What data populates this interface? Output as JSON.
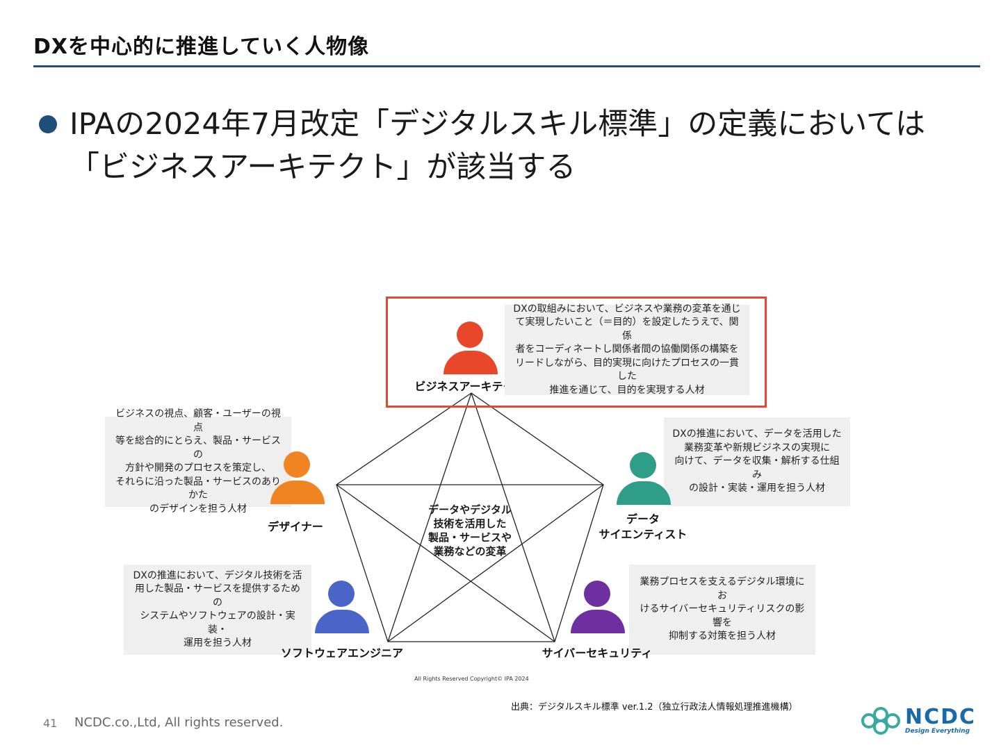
{
  "header": {
    "title": "DXを中心的に推進していく人物像"
  },
  "bullet": {
    "text": "IPAの2024年7月改定「デジタルスキル標準」の定義においては「ビジネスアーキテクト」が該当する"
  },
  "diagram": {
    "center": "データやデジタル\n技術を活用した\n製品・サービスや\n業務などの変革",
    "roles": [
      {
        "label": "ビジネスアーキテクト",
        "color": "#e8472a",
        "description": "DXの取組みにおいて、ビジネスや業務の変革を通じ\nて実現したいこと（＝目的）を設定したうえで、関係\n者をコーディネートし関係者間の協働関係の構築を\nリードしながら、目的実現に向けたプロセスの一貫した\n推進を通じて、目的を実現する人材",
        "highlighted": true
      },
      {
        "label": "デザイナー",
        "color": "#f08423",
        "description": "ビジネスの視点、顧客・ユーザーの視点\n等を総合的にとらえ、製品・サービスの\n方針や開発のプロセスを策定し、\nそれらに沿った製品・サービスのありかた\nのデザインを担う人材"
      },
      {
        "label": "データ\nサイエンティスト",
        "color": "#2f9e88",
        "description": "DXの推進において、データを活用した\n業務変革や新規ビジネスの実現に\n向けて、データを収集・解析する仕組み\nの設計・実装・運用を担う人材"
      },
      {
        "label": "ソフトウェアエンジニア",
        "color": "#4a64c8",
        "description": "DXの推進において、デジタル技術を活\n用した製品・サービスを提供するための\nシステムやソフトウェアの設計・実装・\n運用を担う人材"
      },
      {
        "label": "サイバーセキュリティ",
        "color": "#6e2fa0",
        "description": "業務プロセスを支えるデジタル環境にお\nけるサイバーセキュリティリスクの影響を\n抑制する対策を担う人材"
      }
    ],
    "copyright": "All Rights Reserved Copyright© IPA 2024",
    "highlight_color": "#e04a32"
  },
  "source": "出典：デジタルスキル標準 ver.1.2（独立行政法人情報処理推進機構）",
  "footer": {
    "page_number": "41",
    "copyright": "NCDC.co.,Ltd, All rights reserved.",
    "logo_text": "NCDC",
    "logo_tagline": "Design Everything"
  },
  "colors": {
    "accent": "#1f4e79",
    "logo": "#1a6aa8",
    "logo_mark": "#3aa9a0"
  }
}
